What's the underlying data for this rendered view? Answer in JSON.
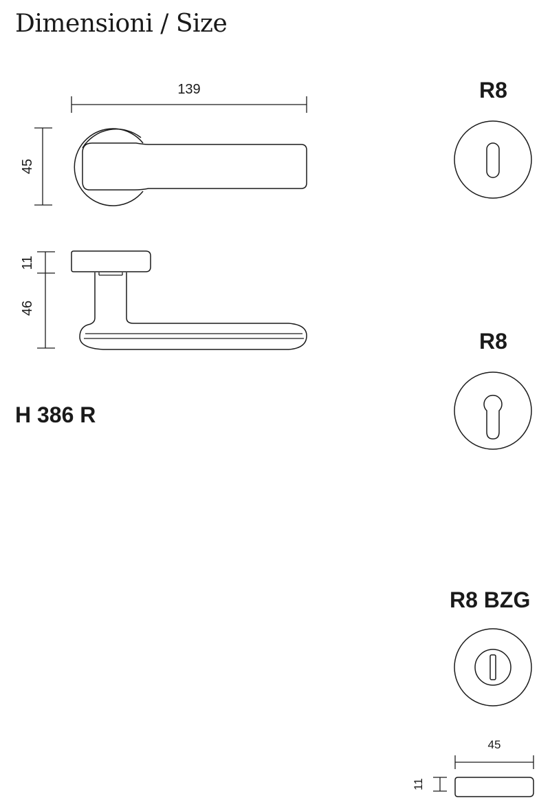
{
  "title": "Dimensioni / Size",
  "model_code": "H 386 R",
  "dimensions": {
    "lever_length": "139",
    "rose_diameter_front": "45",
    "rose_thickness": "11",
    "lever_projection": "46",
    "small_rose_diameter": "45",
    "small_rose_thickness": "11"
  },
  "roses": [
    {
      "label": "R8",
      "escutcheon": "keyhole"
    },
    {
      "label": "R8",
      "escutcheon": "euro-cylinder"
    },
    {
      "label": "R8 BZG",
      "escutcheon": "bathroom-turn"
    }
  ]
}
